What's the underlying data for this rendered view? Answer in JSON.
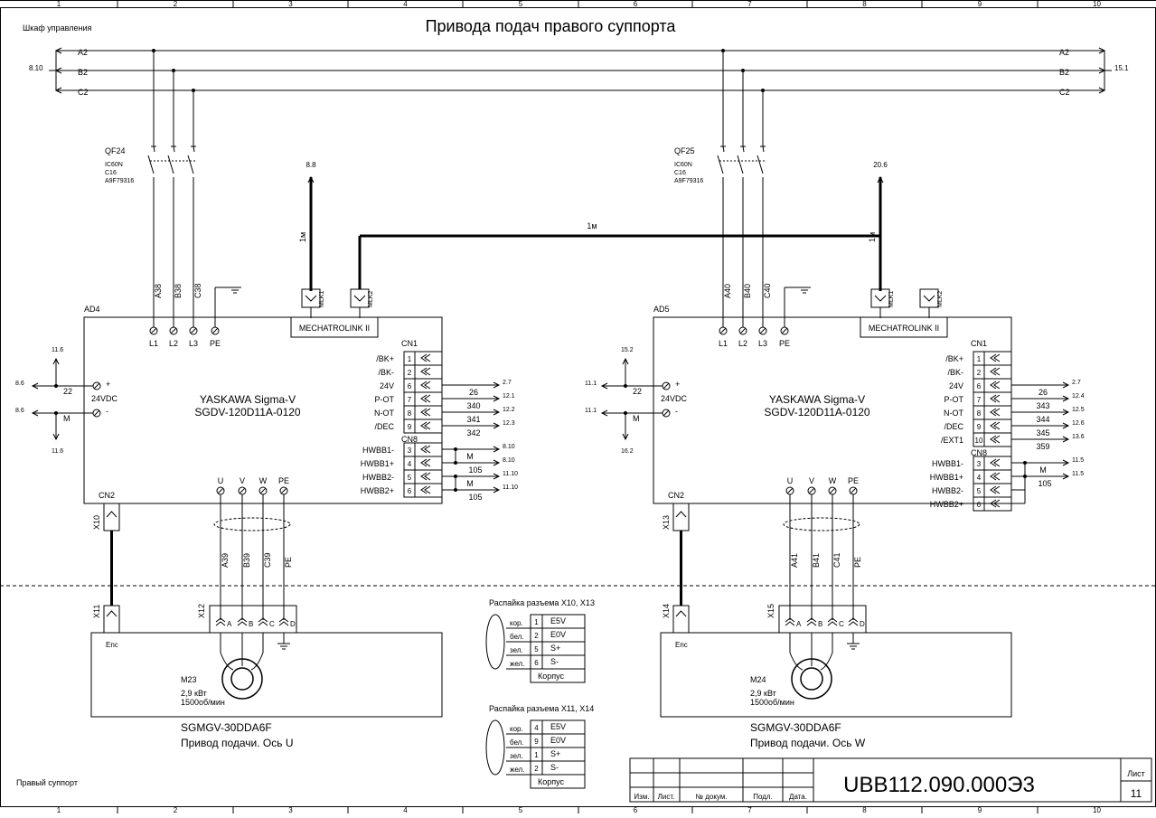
{
  "sheet": {
    "title": "Привода подач правого суппорта",
    "top_left_label": "Шкаф управления",
    "bottom_left_label": "Правый суппорт",
    "columns": [
      "1",
      "2",
      "3",
      "4",
      "5",
      "6",
      "7",
      "8",
      "9",
      "10"
    ],
    "ref_left": "8.10",
    "ref_right": "15.1",
    "doc_number": "UBB112.090.000Э3",
    "sheet_label": "Лист",
    "sheet_number": "11",
    "tb_headers": [
      "Изм.",
      "Лист.",
      "№ докум.",
      "Подл.",
      "Дата."
    ]
  },
  "bus": {
    "a2": "A2",
    "b2": "B2",
    "c2": "C2"
  },
  "left": {
    "breaker": {
      "name": "QF24",
      "l1": "IC60N",
      "l2": "C16",
      "l3": "A9F79316"
    },
    "wires_in": [
      "A38",
      "B38",
      "C38"
    ],
    "up_ref": "8.8",
    "cable_len": "1м",
    "drive": {
      "ref": "AD4",
      "model1": "YASKAWA Sigma-V",
      "model2": "SGDV-120D11A-0120",
      "ml": "MECHATROLINK II",
      "mlk1": "MLK1",
      "mlk2": "MLK2",
      "l1": "L1",
      "l2": "L2",
      "l3": "L3",
      "pe": "PE",
      "pwr": "24VDC",
      "plus": "+",
      "minus": "-",
      "wire22": "22",
      "wireM": "M",
      "ref_up": "11.6",
      "ref_down": "11.6",
      "ref_lp": "8.6",
      "ref_lm": "8.6",
      "cn1": "CN1",
      "cn8": "CN8",
      "cn2": "CN2",
      "cn1_rows": [
        {
          "sig": "/BK+",
          "pin": "1",
          "wire": "",
          "ref": ""
        },
        {
          "sig": "/BK-",
          "pin": "2",
          "wire": "",
          "ref": ""
        },
        {
          "sig": "24V",
          "pin": "6",
          "wire": "26",
          "ref": "2.7"
        },
        {
          "sig": "P-OT",
          "pin": "7",
          "wire": "340",
          "ref": "12.1"
        },
        {
          "sig": "N-OT",
          "pin": "8",
          "wire": "341",
          "ref": "12.2"
        },
        {
          "sig": "/DEC",
          "pin": "9",
          "wire": "342",
          "ref": "12.3"
        }
      ],
      "cn8_rows": [
        {
          "sig": "HWBB1-",
          "pin": "3",
          "ref": "8.10"
        },
        {
          "sig": "HWBB1+",
          "pin": "4",
          "ref": "8.10"
        },
        {
          "sig": "HWBB2-",
          "pin": "5",
          "ref": "11.10"
        },
        {
          "sig": "HWBB2+",
          "pin": "6",
          "ref": "11.10"
        }
      ],
      "cn8_wires": [
        "M",
        "105",
        "M",
        "105"
      ],
      "out": [
        "U",
        "V",
        "W",
        "PE"
      ]
    },
    "motor_wires": [
      "A39",
      "B39",
      "C39",
      "PE"
    ],
    "x_enc_top": "X10",
    "x_enc_bot": "X11",
    "x_pow": "X12",
    "motor_pins": [
      "A",
      "B",
      "C",
      "D"
    ],
    "enc": "Enc",
    "motor": {
      "name": "M23",
      "power": "2,9 кВт",
      "speed": "1500об/мин",
      "model": "SGMGV-30DDA6F",
      "desc": "Привод подачи. Ось U"
    }
  },
  "right": {
    "breaker": {
      "name": "QF25",
      "l1": "IC60N",
      "l2": "C16",
      "l3": "A9F79316"
    },
    "wires_in": [
      "A40",
      "B40",
      "C40"
    ],
    "up_ref": "20.6",
    "cable_len": "1м",
    "drive": {
      "ref": "AD5",
      "model1": "YASKAWA Sigma-V",
      "model2": "SGDV-120D11A-0120",
      "ml": "MECHATROLINK II",
      "mlk1": "MLK1",
      "mlk2": "MLK2",
      "l1": "L1",
      "l2": "L2",
      "l3": "L3",
      "pe": "PE",
      "pwr": "24VDC",
      "plus": "+",
      "minus": "-",
      "wire22": "22",
      "wireM": "M",
      "ref_up": "15.2",
      "ref_down": "16.2",
      "ref_lp": "11.1",
      "ref_lm": "11.1",
      "cn1": "CN1",
      "cn8": "CN8",
      "cn2": "CN2",
      "cn1_rows": [
        {
          "sig": "/BK+",
          "pin": "1",
          "wire": "",
          "ref": ""
        },
        {
          "sig": "/BK-",
          "pin": "2",
          "wire": "",
          "ref": ""
        },
        {
          "sig": "24V",
          "pin": "6",
          "wire": "26",
          "ref": "2.7"
        },
        {
          "sig": "P-OT",
          "pin": "7",
          "wire": "343",
          "ref": "12.4"
        },
        {
          "sig": "N-OT",
          "pin": "8",
          "wire": "344",
          "ref": "12.5"
        },
        {
          "sig": "/DEC",
          "pin": "9",
          "wire": "345",
          "ref": "12.6"
        },
        {
          "sig": "/EXT1",
          "pin": "10",
          "wire": "359",
          "ref": "13.6"
        }
      ],
      "cn8_rows": [
        {
          "sig": "HWBB1-",
          "pin": "3",
          "ref": "11.5"
        },
        {
          "sig": "HWBB1+",
          "pin": "4",
          "ref": "11.5"
        },
        {
          "sig": "HWBB2-",
          "pin": "5",
          "ref": ""
        },
        {
          "sig": "HWBB2+",
          "pin": "6",
          "ref": ""
        }
      ],
      "cn8_wires": [
        "M",
        "105"
      ],
      "out": [
        "U",
        "V",
        "W",
        "PE"
      ]
    },
    "motor_wires": [
      "A41",
      "B41",
      "C41",
      "PE"
    ],
    "x_enc_top": "X13",
    "x_enc_bot": "X14",
    "x_pow": "X15",
    "motor_pins": [
      "A",
      "B",
      "C",
      "D"
    ],
    "enc": "Enc",
    "motor": {
      "name": "M24",
      "power": "2,9 кВт",
      "speed": "1500об/мин",
      "model": "SGMGV-30DDA6F",
      "desc": "Привод подачи. Ось W"
    }
  },
  "pinouts": [
    {
      "title": "Распайка разъема X10, X13",
      "rows": [
        {
          "color": "кор.",
          "pin": "1",
          "sig": "E5V"
        },
        {
          "color": "бел.",
          "pin": "2",
          "sig": "E0V"
        },
        {
          "color": "зел.",
          "pin": "5",
          "sig": "S+"
        },
        {
          "color": "жел.",
          "pin": "6",
          "sig": "S-"
        }
      ],
      "shell": "Корпус"
    },
    {
      "title": "Распайка разъема X11, X14",
      "rows": [
        {
          "color": "кор.",
          "pin": "4",
          "sig": "E5V"
        },
        {
          "color": "бел.",
          "pin": "9",
          "sig": "E0V"
        },
        {
          "color": "зел.",
          "pin": "1",
          "sig": "S+"
        },
        {
          "color": "жел.",
          "pin": "2",
          "sig": "S-"
        }
      ],
      "shell": "Корпус"
    }
  ]
}
